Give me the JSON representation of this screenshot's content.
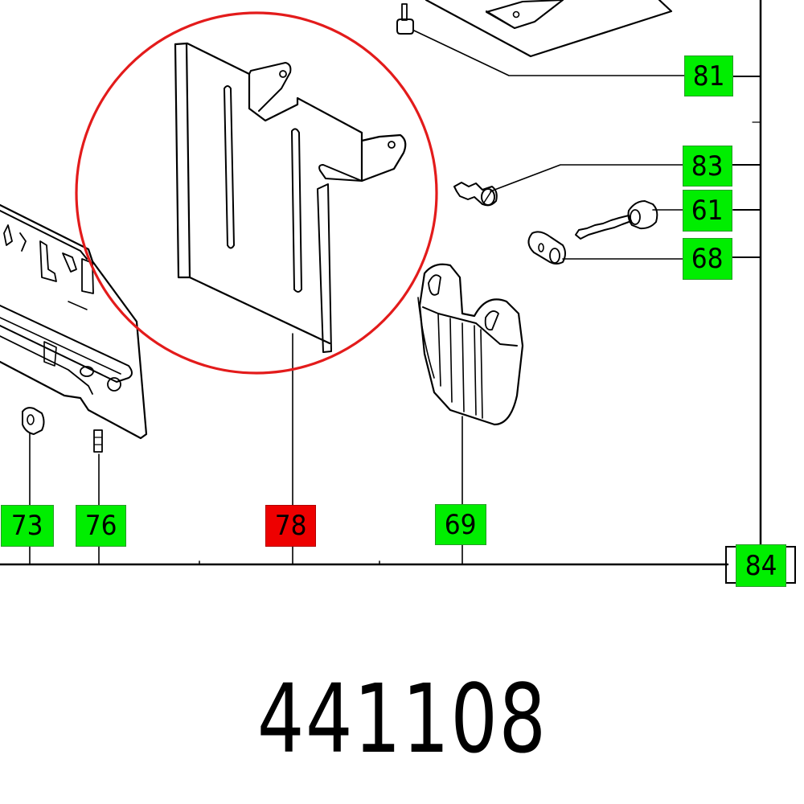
{
  "diagram": {
    "type": "exploded parts diagram",
    "highlight_color": "#ee0000",
    "callout_color": "#00ee00",
    "highlighted_part": "78",
    "callouts": {
      "c81": "81",
      "c83": "83",
      "c61": "61",
      "c68": "68",
      "c73": "73",
      "c76": "76",
      "c78": "78",
      "c69": "69",
      "c84": "84"
    }
  },
  "part_number": "441108"
}
